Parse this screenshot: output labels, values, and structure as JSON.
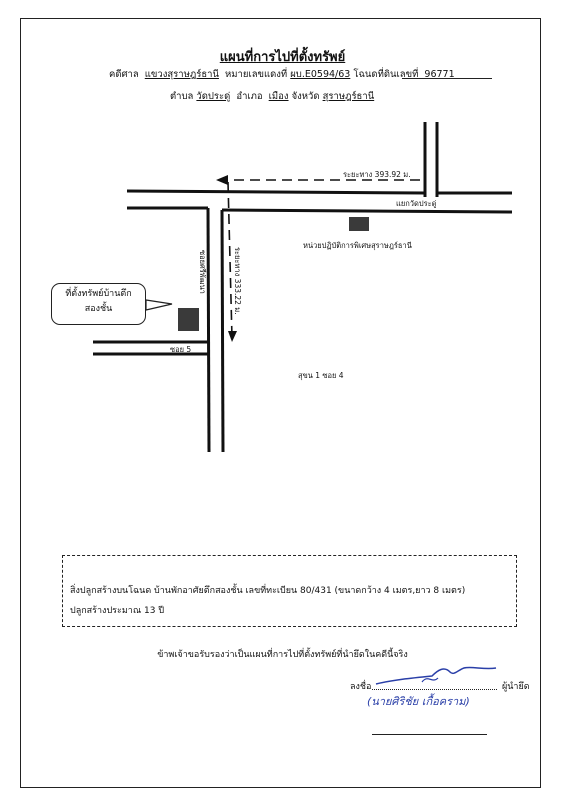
{
  "title": "แผนที่การไปที่ตั้งทรัพย์",
  "header": {
    "case_label": "คดีศาล",
    "court": "แขวงสุราษฎร์ธานี",
    "black_no_label": "หมายเลขแดงที่",
    "black_no": "ผบ.E0594/63",
    "deed_label": "โฉนดที่ดินเลขที่",
    "deed_no": "96771",
    "tambon_label": "ตำบล",
    "tambon": "วัดประดู่",
    "amphoe_label": "อำเภอ",
    "amphoe": "เมือง",
    "province_label": "จังหวัด",
    "province": "สุราษฎร์ธานี"
  },
  "map": {
    "distance_top": "ระยะทาง 393.92 ม.",
    "junction": "แยกวัดประดู่",
    "landmark": "หน่วยปฏิบัติการพิเศษสุราษฎร์ธานี",
    "road_vertical": "ซอยศรีพัฒนา",
    "distance_side": "ระยะทาง 333.22 ม.",
    "soi5": "ซอย 5",
    "soi_other": "สุขน 1 ซอย 4",
    "property_label_line1": "ที่ตั้งทรัพย์บ้านตึก",
    "property_label_line2": "สองชั้น"
  },
  "note": {
    "line1": "สิ่งปลูกสร้างบนโฉนด  บ้านพักอาศัยตึกสองชั้น เลขที่ทะเบียน 80/431 (ขนาดกว้าง 4 เมตร,ยาว 8 เมตร)",
    "line2": "ปลูกสร้างประมาณ 13 ปี"
  },
  "certify": "ข้าพเจ้าขอรับรองว่าเป็นแผนที่การไปที่ตั้งทรัพย์ที่นำยึดในคดีนี้จริง",
  "signature": {
    "sign_label": "ลงชื่อ",
    "role": "ผู้นำยึด",
    "name": "(นายศิริชัย  เกื้อคราม)"
  },
  "colors": {
    "ink": "#111111",
    "pen": "#2a3fa8"
  }
}
